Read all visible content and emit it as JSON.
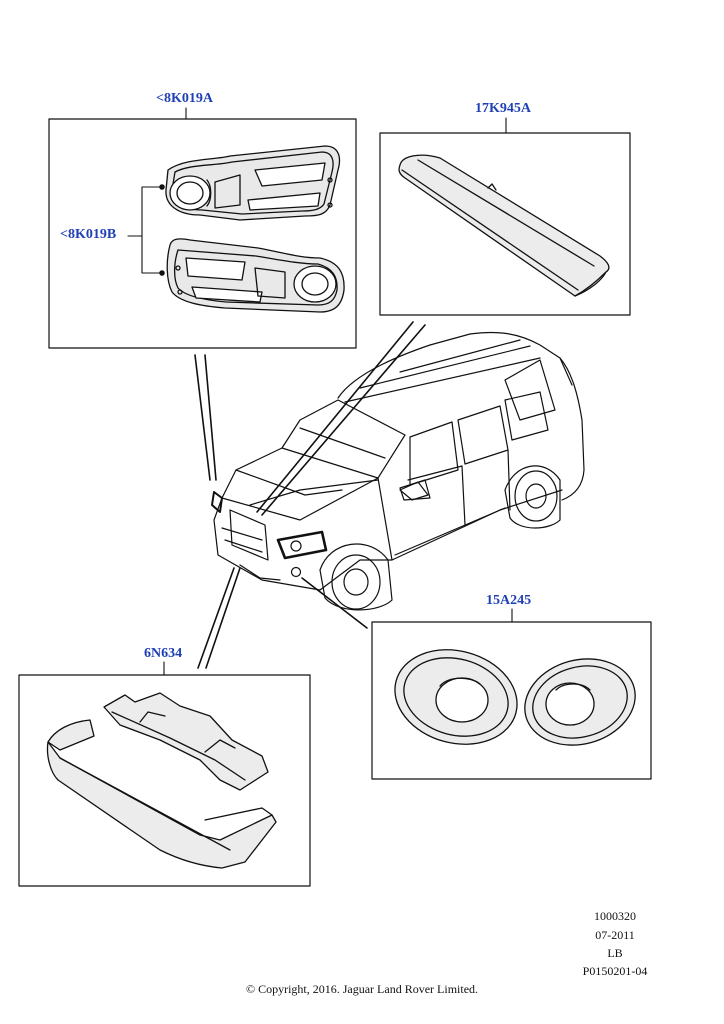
{
  "parts": {
    "fog_bezel_set": "<8K019A",
    "fog_bezel": "<8K019B",
    "roof_spoiler": "17K945A",
    "fog_lamp_ring": "15A245",
    "sump_guard": "6N634"
  },
  "meta": {
    "drawing_number": "1000320",
    "date": "07-2011",
    "market": "LB",
    "illustration_ref": "P0150201-04"
  },
  "copyright": "© Copyright, 2016. Jaguar Land Rover Limited.",
  "colors": {
    "label": "#1f3fb5",
    "line": "#111111",
    "part_fill": "#eeeeee"
  }
}
